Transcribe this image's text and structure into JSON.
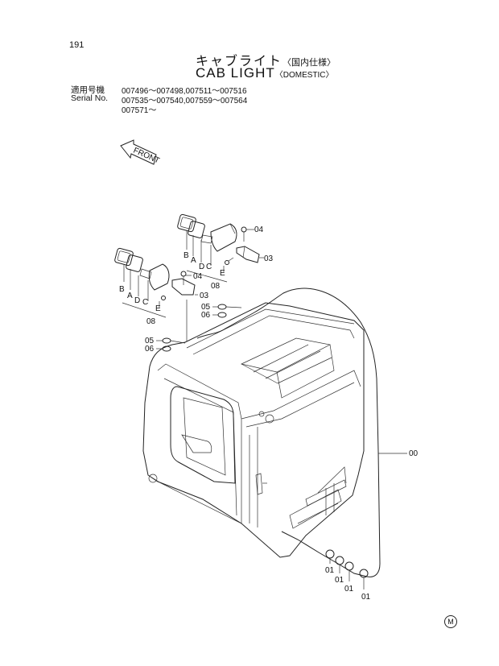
{
  "page": {
    "number": "191",
    "corner_mark": "M"
  },
  "title": {
    "jp_main": "キャブライト",
    "jp_note": "〈国内仕様〉",
    "en_main": "CAB LIGHT",
    "en_note": "〈DOMESTIC〉"
  },
  "serial": {
    "label_jp": "適用号機",
    "label_en": "Serial No.",
    "lines": [
      "007496～007498,007511～007516",
      "007535～007540,007559～007564",
      "007571～"
    ]
  },
  "front_label": "FRONT",
  "callouts": {
    "upper_light": [
      "B",
      "A",
      "D",
      "C",
      "E",
      "08",
      "04",
      "03"
    ],
    "lower_light": [
      "B",
      "A",
      "D",
      "C",
      "E",
      "08",
      "04",
      "03"
    ],
    "washers_upper": [
      "05",
      "06"
    ],
    "washers_lower": [
      "05",
      "06"
    ],
    "harness": "00",
    "clamps": [
      "01",
      "01",
      "01",
      "01"
    ]
  }
}
